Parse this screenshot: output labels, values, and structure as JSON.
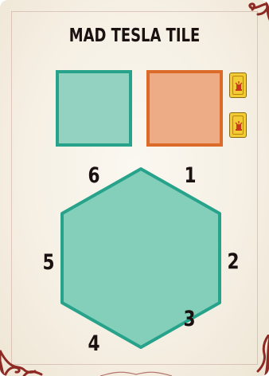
{
  "card": {
    "title": "MAD TESLA TILE",
    "colors": {
      "background": "#f6f0e4",
      "teal_fill": "#93d2c0",
      "teal_border": "#27a38b",
      "orange_fill": "#eeac86",
      "orange_border": "#dc6b2a",
      "hex_fill": "#84cfba",
      "hex_border": "#27a38b",
      "chip_fill": "#f3cb34",
      "chip_icon": "#c93a1c",
      "ornament": "#8e2a24"
    },
    "swatches": [
      {
        "name": "teal-square",
        "color": "#93d2c0"
      },
      {
        "name": "orange-square",
        "color": "#eeac86"
      }
    ],
    "chips": [
      {
        "icon": "tesla-coil-icon"
      },
      {
        "icon": "tesla-coil-icon"
      }
    ],
    "hex_sides": [
      "1",
      "2",
      "3",
      "4",
      "5",
      "6"
    ]
  }
}
